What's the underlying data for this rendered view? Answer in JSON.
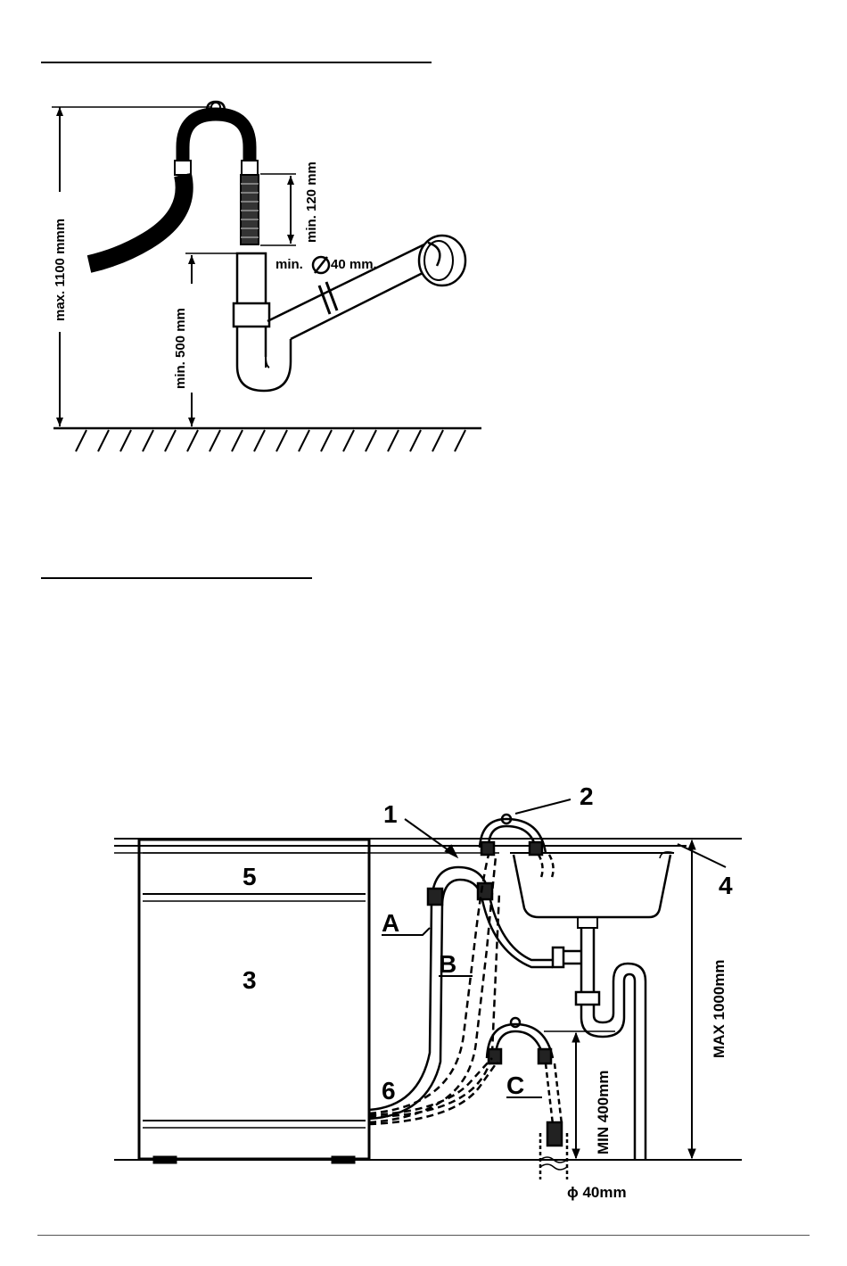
{
  "figure1": {
    "max_height_label": "max. 1100 mmm",
    "min_gap_label": "min. 120 mm",
    "min_height_label": "min. 500 mm",
    "min_diameter_prefix": "min.",
    "min_diameter_value": "40 mm."
  },
  "figure2": {
    "callouts": [
      "1",
      "2",
      "3",
      "4",
      "5",
      "6"
    ],
    "options": [
      "A",
      "B",
      "C"
    ],
    "max_height_label": "MAX 1000mm",
    "min_height_label": "MIN 400mm",
    "diameter_label": "ϕ 40mm"
  }
}
